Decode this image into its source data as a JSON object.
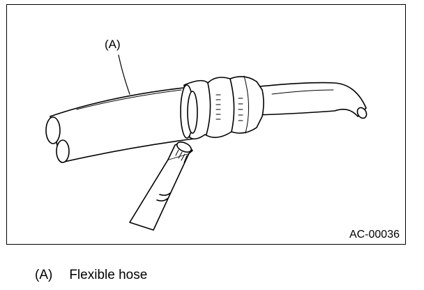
{
  "figure": {
    "callout": "(A)",
    "code": "AC-00036"
  },
  "legend": {
    "items": [
      {
        "key": "(A)",
        "label": "Flexible hose"
      }
    ]
  }
}
